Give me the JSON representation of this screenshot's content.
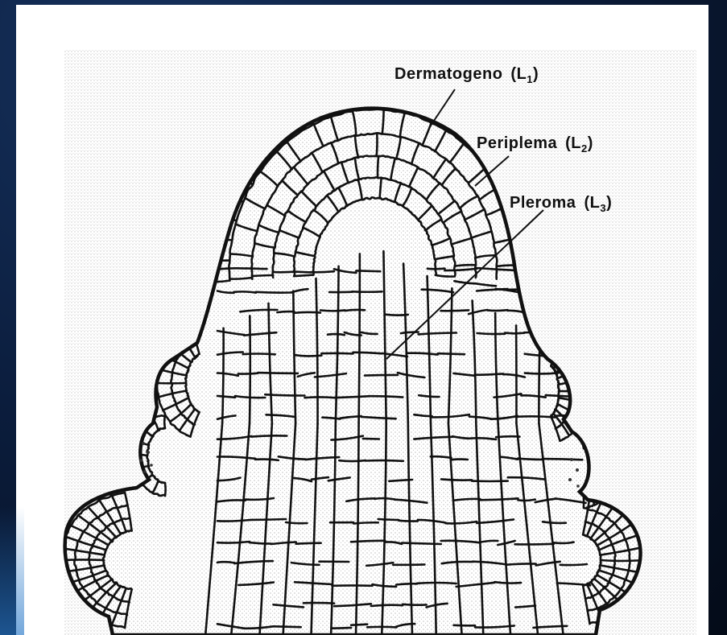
{
  "labels": {
    "l1": {
      "name": "Dermatogeno",
      "open": "(L",
      "sub": "1",
      "close": ")"
    },
    "l2": {
      "name": "Periplema",
      "open": "(L",
      "sub": "2",
      "close": ")"
    },
    "l3": {
      "name": "Pleroma",
      "open": "(L",
      "sub": "3",
      "close": ")"
    }
  },
  "colors": {
    "ink": "#111111",
    "paper": "#ffffff",
    "background": "#0b1d3d"
  }
}
